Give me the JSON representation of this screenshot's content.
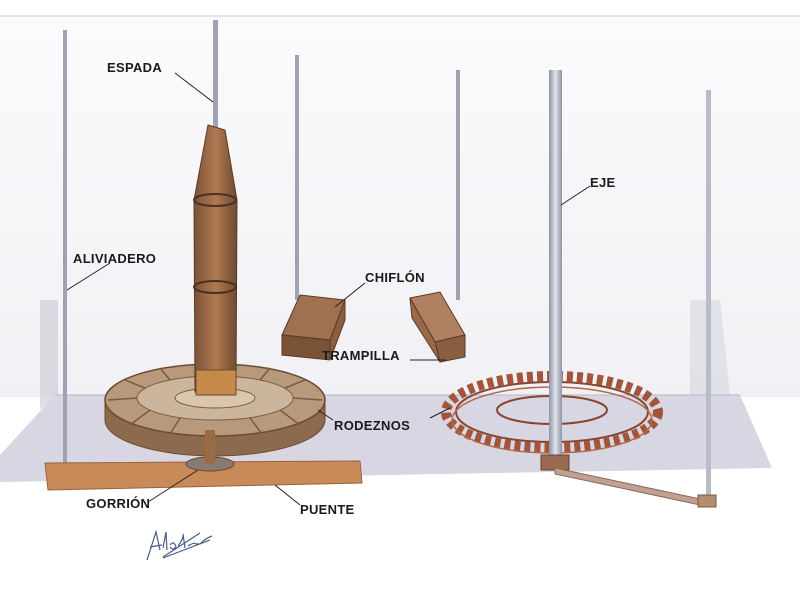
{
  "title": "Molino hidráulico de rodezno",
  "labels": {
    "espada": "ESPADA",
    "aliviadero": "ALIVIADERO",
    "chiflon": "CHIFLÓN",
    "trampilla": "TRAMPILLA",
    "rodeznos": "RODEZNOS",
    "eje": "EJE",
    "gorrion": "GORRIÓN",
    "puente": "PUENTE"
  },
  "colors": {
    "wood": "#9a6a45",
    "wood_dark": "#6e4a30",
    "plank": "#c98a5a",
    "floor": "#d8d6e2",
    "pole": "#a9adbb",
    "wheel_right": "#a2553a"
  }
}
